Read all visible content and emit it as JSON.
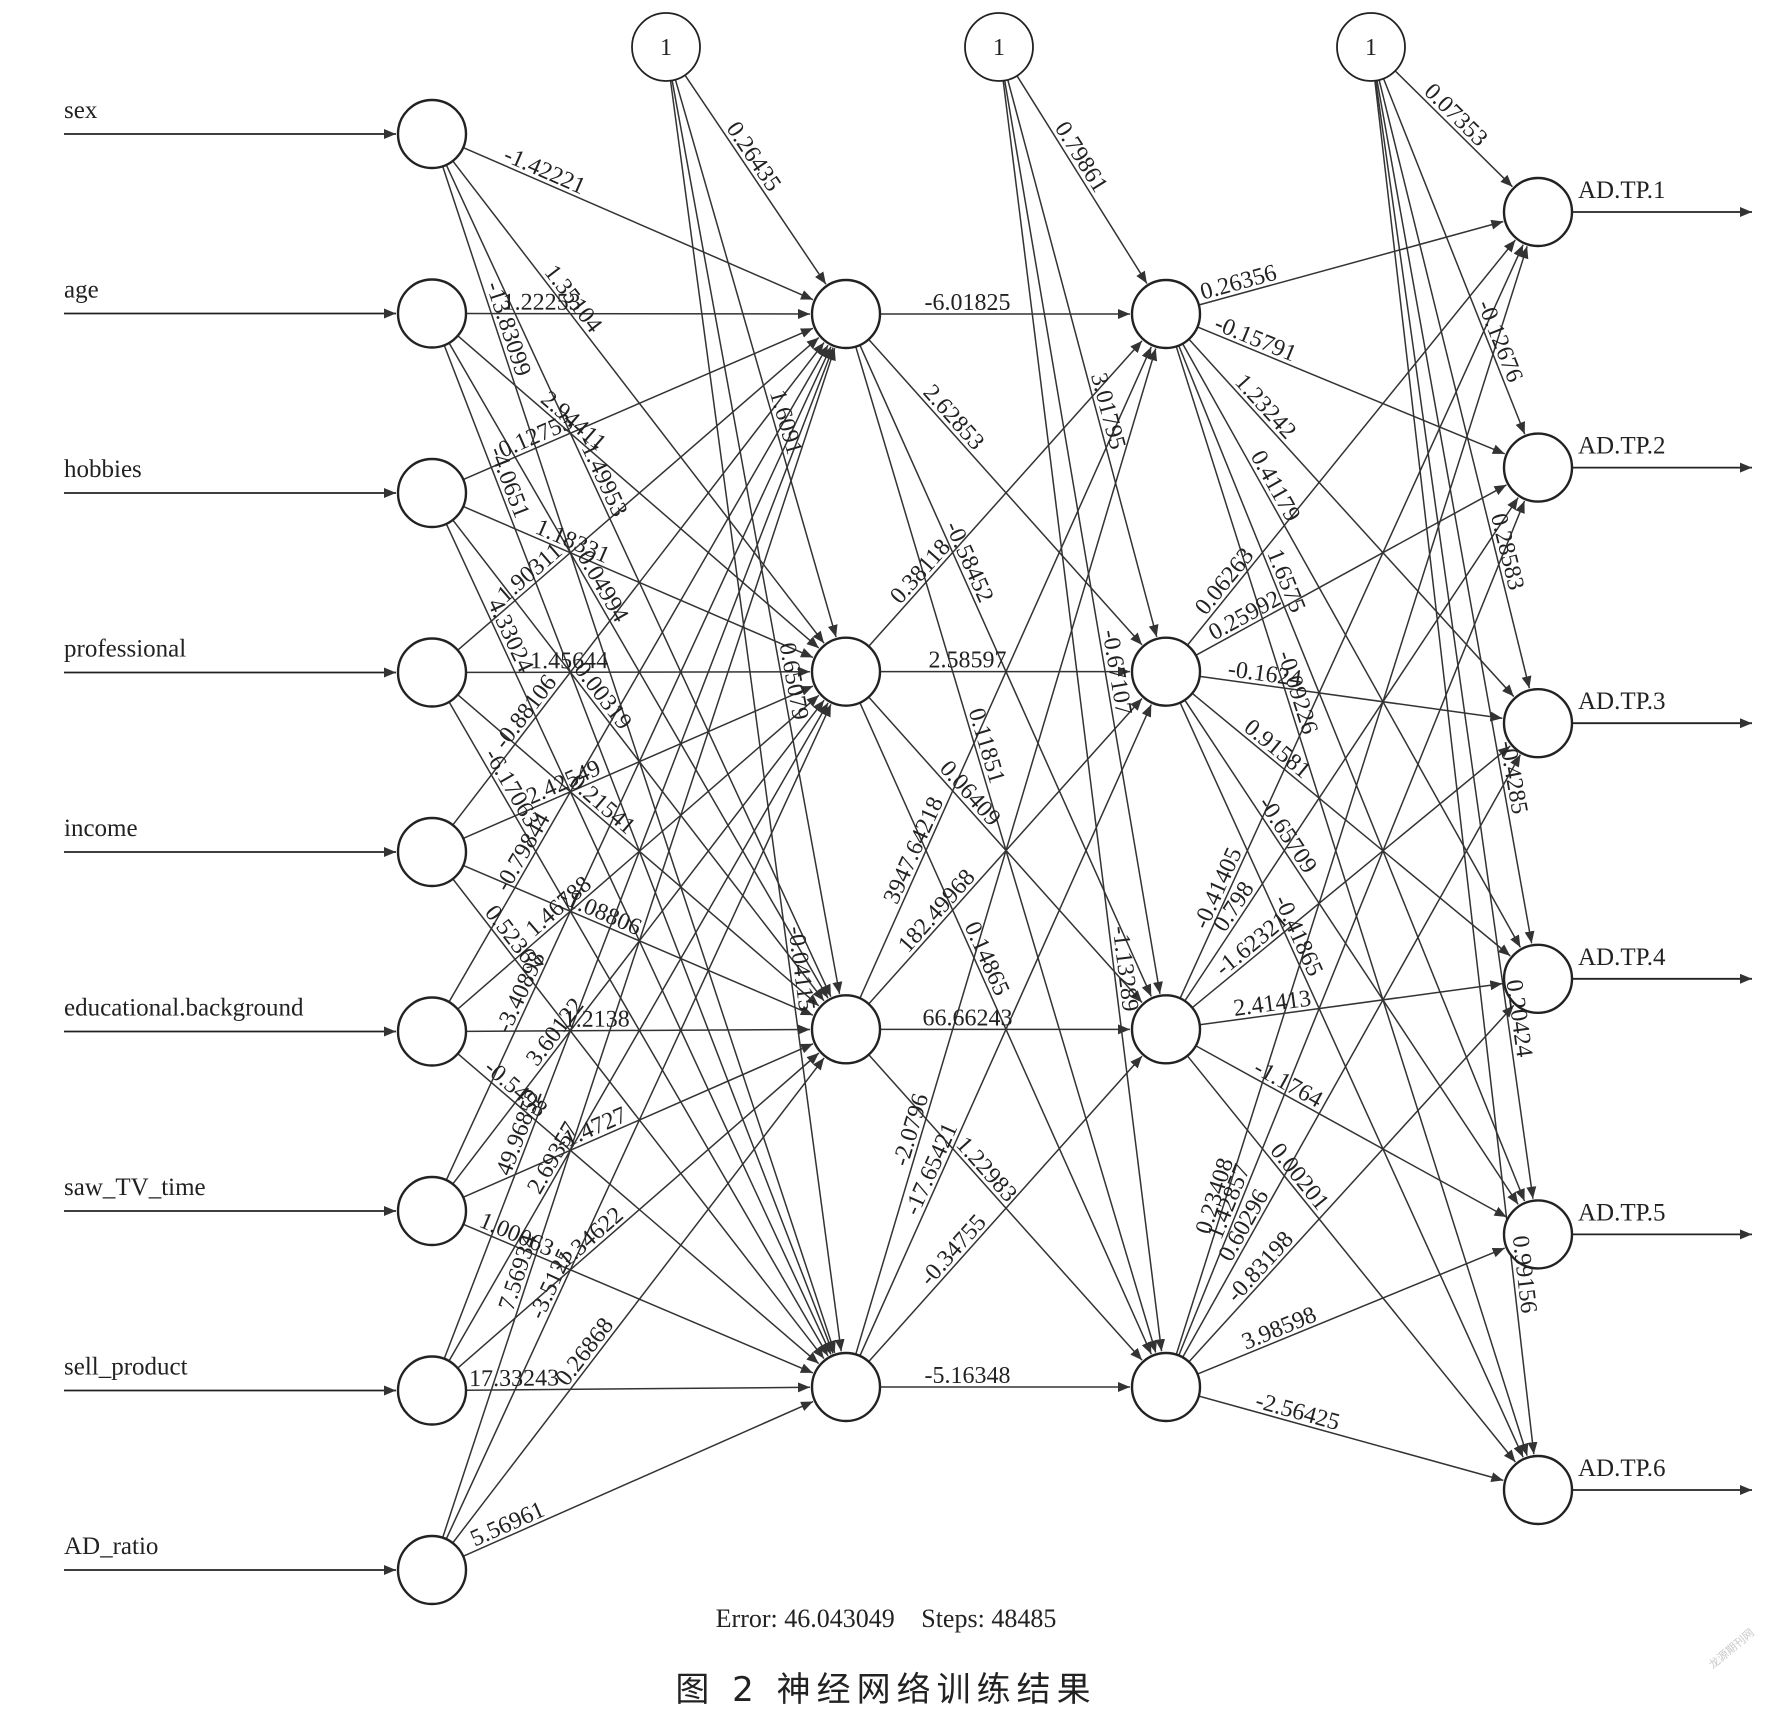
{
  "layers": {
    "inputs": [
      "sex",
      "age",
      "hobbies",
      "professional",
      "income",
      "educational.background",
      "saw_TV_time",
      "sell_product",
      "AD_ratio"
    ],
    "hidden1": 4,
    "hidden2": 4,
    "outputs": [
      "AD.TP.1",
      "AD.TP.2",
      "AD.TP.3",
      "AD.TP.4",
      "AD.TP.5",
      "AD.TP.6"
    ]
  },
  "bias_label": "1",
  "weights": {
    "input_to_hidden1": [
      [
        "-1.42221",
        "1.35104",
        "-1.49953",
        "-13.83099"
      ],
      [
        "1.22253",
        "2.94411",
        "0.04994",
        "-4.0651"
      ],
      [
        "0.12753",
        "1.18331",
        "0.00319",
        "4.33024"
      ],
      [
        "1.90311",
        "1.45644",
        "0.21541",
        "-6.17063"
      ],
      [
        "-0.88106",
        "2.42549",
        "-1.08806",
        "0.52367"
      ],
      [
        "-0.79844",
        "1.46788",
        "1.2138",
        "-0.5498"
      ],
      [
        "-3.40898",
        "3.60122",
        "-1.4727",
        "1.00063"
      ],
      [
        "49.96852",
        "2.69357",
        "-1.34622",
        "17.33243"
      ],
      [
        "7.56934",
        "-3.5125",
        "0.26868",
        "5.56961"
      ]
    ],
    "bias_to_hidden1": [
      "0.26435",
      "1.6091",
      "0.65079",
      "-0.04115"
    ],
    "hidden1_to_hidden2": [
      [
        "-6.01825",
        "2.62853",
        "-0.58452",
        "0.11851"
      ],
      [
        "0.38118",
        "2.58597",
        "0.06409",
        "0.14865"
      ],
      [
        "3947.64218",
        "182.49968",
        "66.66243",
        "1.22983"
      ],
      [
        "-2.0796",
        "-17.65421",
        "-0.34755",
        "-5.16348"
      ]
    ],
    "bias_to_hidden2": [
      "0.79861",
      "3.01795",
      "-0.67107",
      "-1.13289"
    ],
    "hidden2_to_output": [
      [
        "0.26356",
        "-0.15791",
        "1.23242",
        "0.41179",
        "1.6575",
        "-0.09226"
      ],
      [
        "0.06263",
        "0.25992",
        "-0.1624",
        "0.91581",
        "-0.65709",
        "-0.41865"
      ],
      [
        "-0.41405",
        "0.798",
        "-1.62321",
        "2.41413",
        "-1.1764",
        "0.00201"
      ],
      [
        "0.23408",
        "1.42857",
        "0.60296",
        "-0.83198",
        "3.98598",
        "-2.56425"
      ]
    ],
    "bias_to_output": [
      "0.07353",
      "-0.12676",
      "0.28583",
      "-0.4285",
      "0.20424",
      "0.99156"
    ]
  },
  "summary": {
    "error_label": "Error: 46.043049",
    "steps_label": "Steps: 48485"
  },
  "caption": "图 2   神经网络训练结果",
  "watermark": "龙源期刊网",
  "colors": {
    "ink": "#222222",
    "edge": "#333333",
    "background": "#ffffff"
  }
}
